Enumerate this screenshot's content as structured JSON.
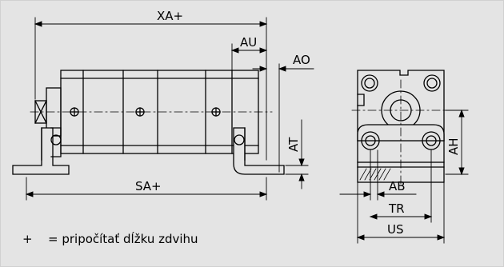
{
  "dimensions": {
    "xa": "XA+",
    "au": "AU",
    "ao": "AO",
    "at": "AT",
    "sa": "SA+",
    "ah": "AH",
    "ab": "AB",
    "tr": "TR",
    "us": "US"
  },
  "footnote": {
    "symbol": "+",
    "text": "= pripočítať dĺžku zdvihu"
  }
}
